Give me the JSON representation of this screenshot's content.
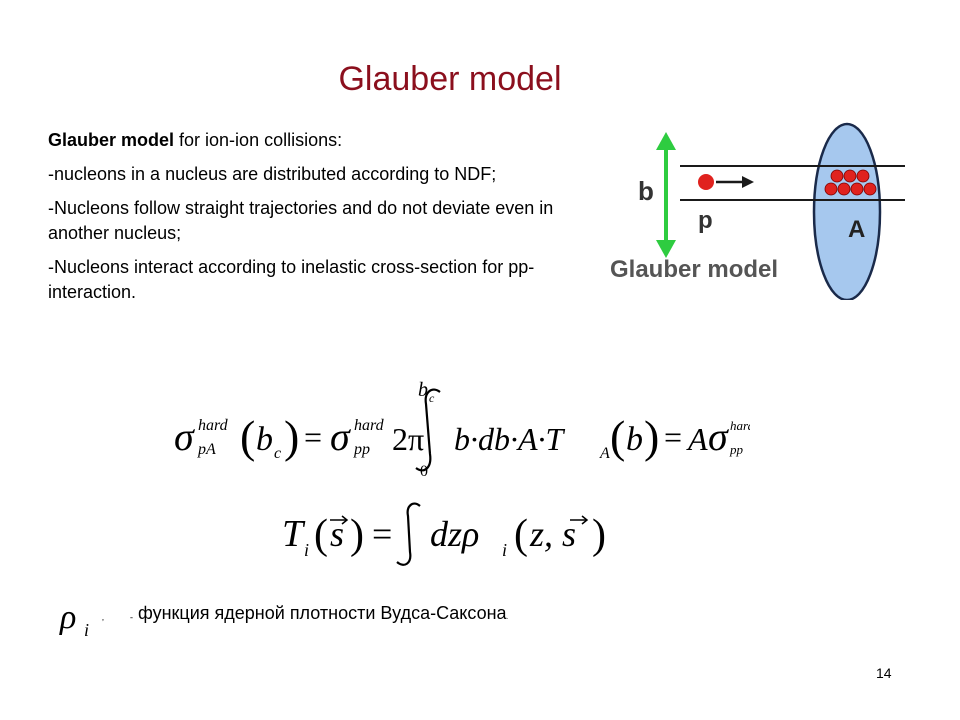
{
  "slide": {
    "title": "Glauber model",
    "intro_bold": "Glauber model",
    "intro_rest": " for ion-ion collisions:",
    "bullets": [
      "-nucleons in a nucleus are distributed according to NDF;",
      "-Nucleons follow straight trajectories and do not deviate even in another nucleus;",
      "-Nucleons interact according to inelastic cross-section  for pp-interaction."
    ],
    "page_number": "14"
  },
  "diagram": {
    "label_b": "b",
    "label_p": "p",
    "label_A": "A",
    "caption": "Glauber model",
    "colors": {
      "arrow": "#2ecc40",
      "nucleon": "#e0221e",
      "nucleus": "#a6c8ee",
      "caption": "#555555"
    }
  },
  "formula1": {
    "sigma": "σ",
    "hard": "hard",
    "pA": "pA",
    "pp": "pp",
    "b": "b",
    "c": "c",
    "eq": "=",
    "two_pi": "2π",
    "upper": "b",
    "upper_sub": "c",
    "lower": "0",
    "body": "b·db·A·T",
    "A_sub": "A",
    "A": "A"
  },
  "formula2": {
    "T": "T",
    "i": "i",
    "s": "s",
    "eq": "=",
    "dz": "dzρ",
    "z": "z, s"
  },
  "note": {
    "rho": "ρ",
    "rho_sub": "i",
    "comma": ",",
    "dash": "-",
    "text": " функция ядерной плотности Вудса-Саксона",
    "dot": "."
  }
}
